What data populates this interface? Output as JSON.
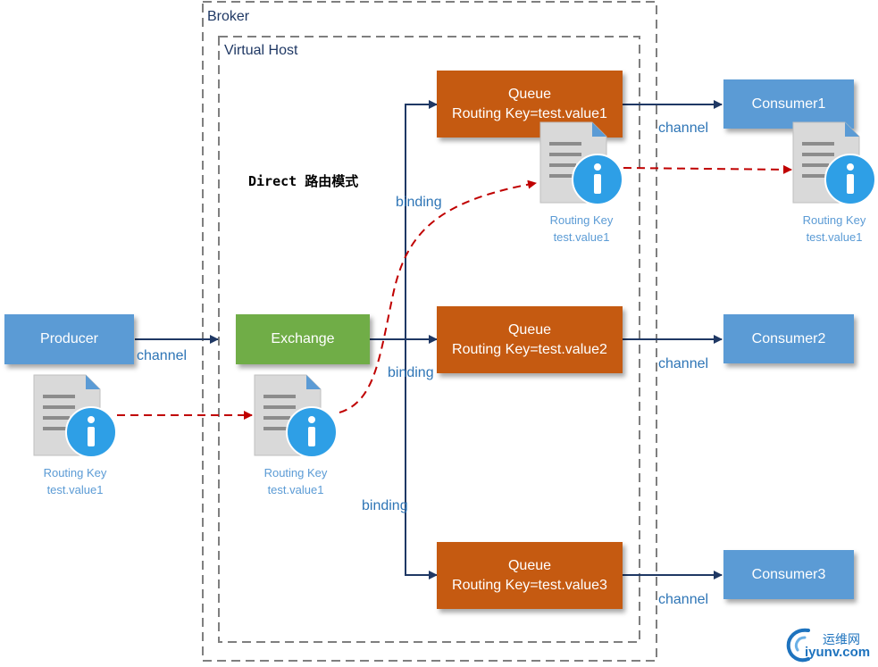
{
  "broker": {
    "label": "Broker"
  },
  "vhost": {
    "label": "Virtual Host"
  },
  "title": "Direct 路由模式",
  "producer": {
    "label": "Producer"
  },
  "exchange": {
    "label": "Exchange"
  },
  "queues": [
    {
      "name": "Queue",
      "routing": "Routing Key=test.value1"
    },
    {
      "name": "Queue",
      "routing": "Routing Key=test.value2"
    },
    {
      "name": "Queue",
      "routing": "Routing Key=test.value3"
    }
  ],
  "consumers": [
    {
      "label": "Consumer1"
    },
    {
      "label": "Consumer2"
    },
    {
      "label": "Consumer3"
    }
  ],
  "edge_labels": {
    "channel": "channel",
    "binding": "binding"
  },
  "messages": [
    {
      "line1": "Routing Key",
      "line2": "test.value1"
    },
    {
      "line1": "Routing Key",
      "line2": "test.value1"
    },
    {
      "line1": "Routing Key",
      "line2": "test.value1"
    },
    {
      "line1": "Routing Key",
      "line2": "test.value1"
    }
  ],
  "watermark": {
    "text": "运维网",
    "domain": "iyunv.com"
  },
  "colors": {
    "blue_box": "#5b9bd5",
    "green_box": "#70ad47",
    "orange_box": "#c55a11",
    "arrow": "#1f3864",
    "dashed_arrow": "#c00000",
    "info_icon": "#2e9fe6"
  }
}
